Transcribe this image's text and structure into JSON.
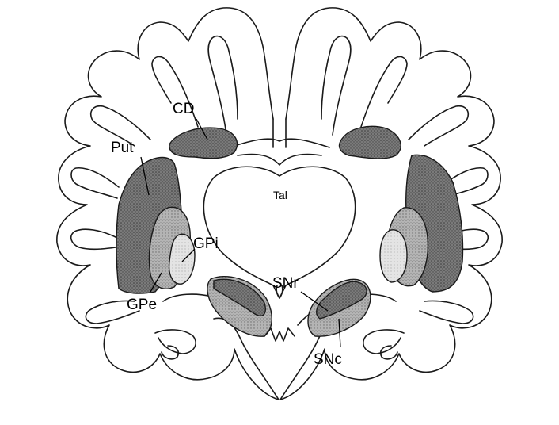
{
  "labels": {
    "cd": "CD",
    "put": "Put",
    "gpi": "GPi",
    "gpe": "GPe",
    "tal": "Tal",
    "snr": "SNr",
    "snc": "SNc"
  },
  "colors": {
    "background": "#ffffff",
    "line": "#1a1a1a",
    "dark_stipple": "#6e6e6e",
    "mid_stipple": "#a8a8a8",
    "light_stipple": "#d9d9d9"
  }
}
